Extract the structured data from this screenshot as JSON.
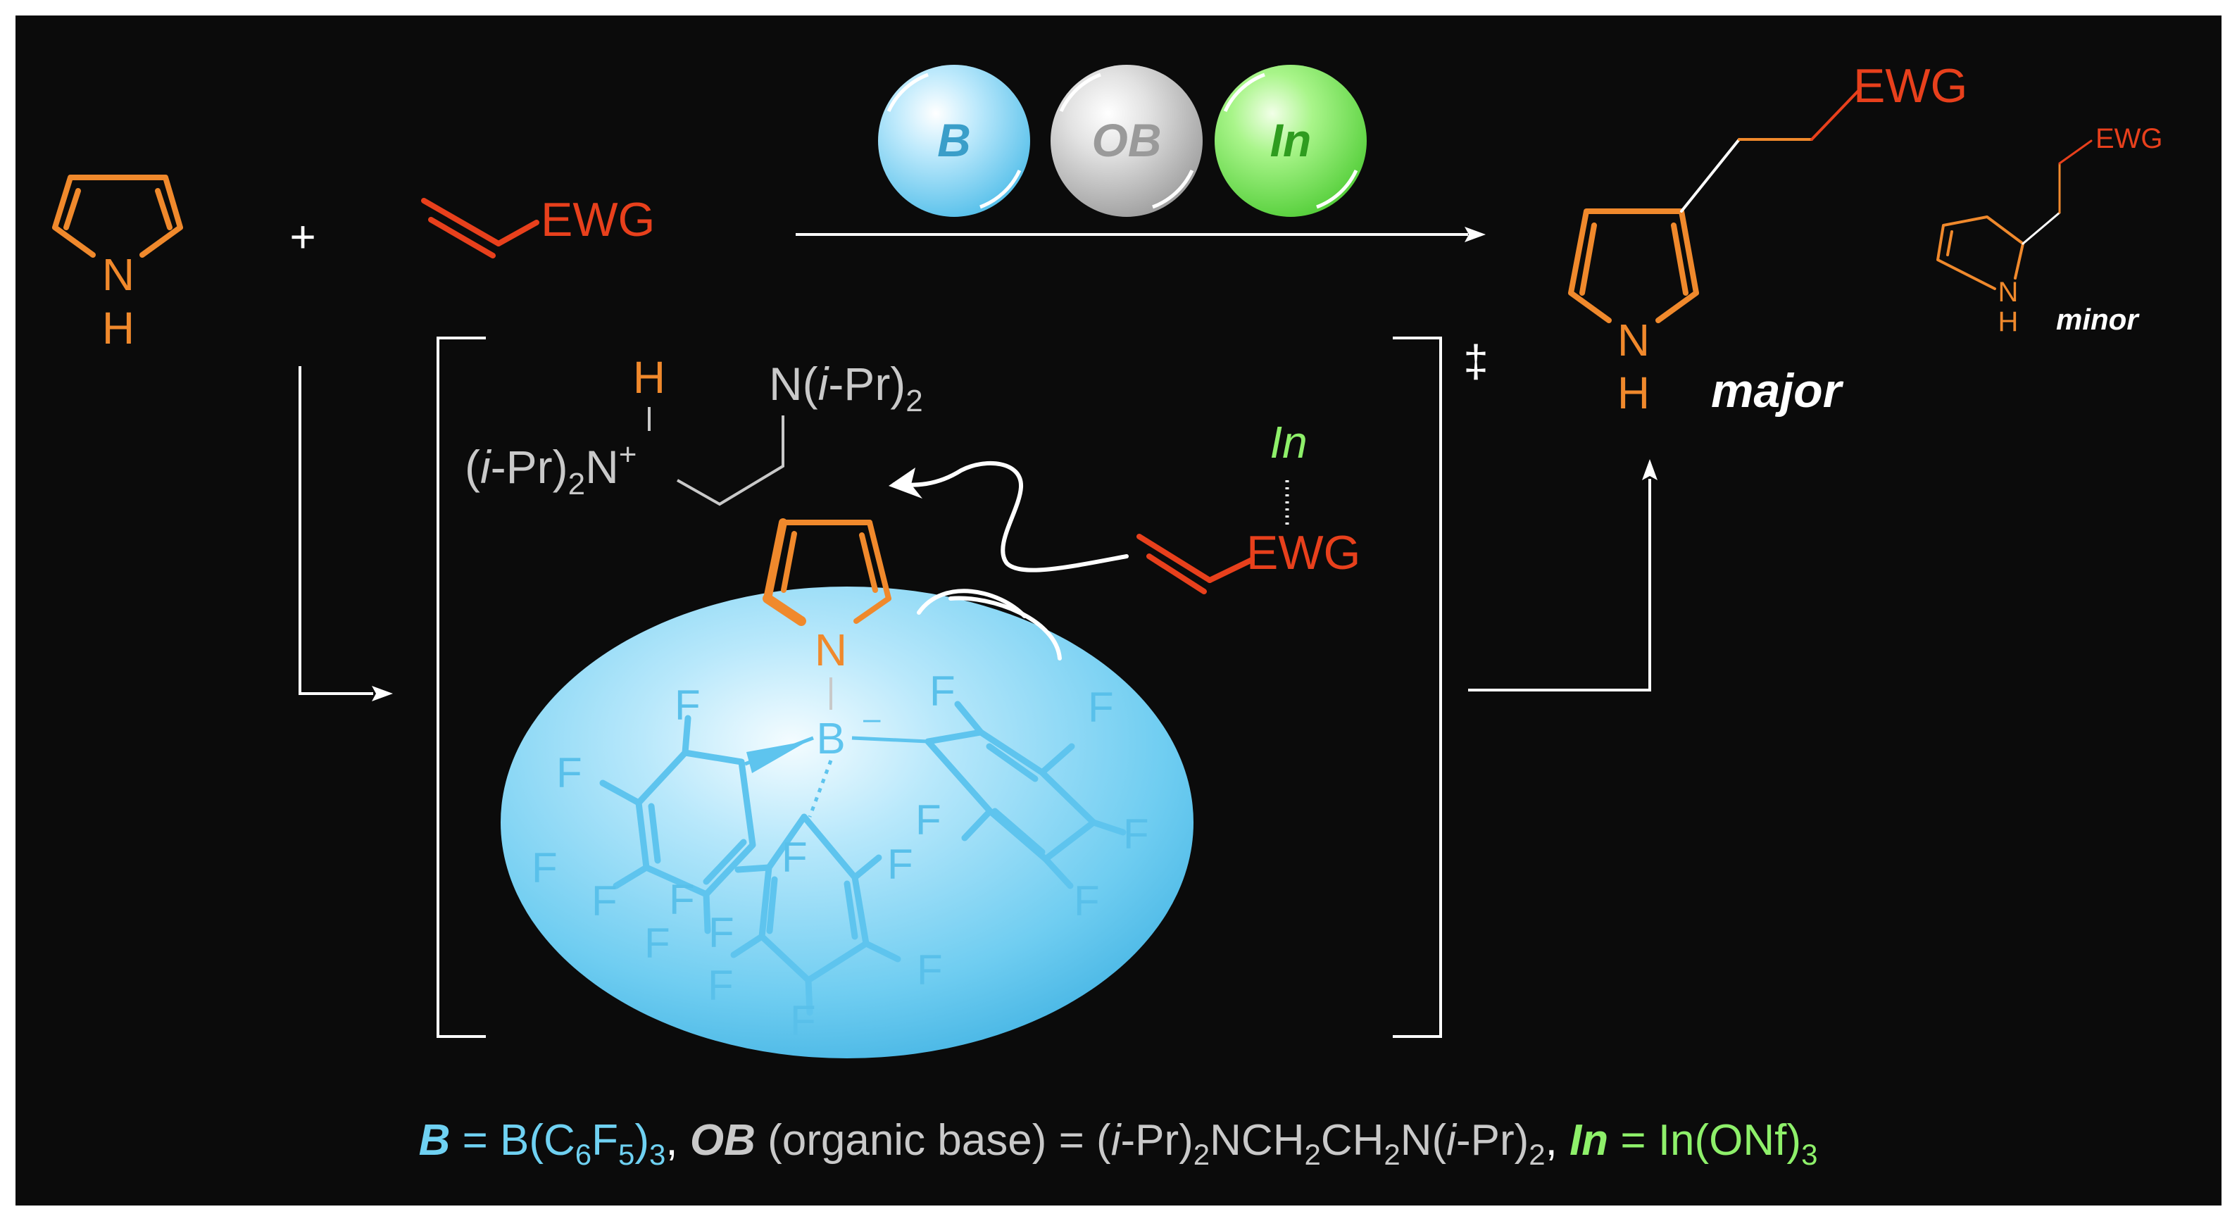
{
  "colors": {
    "background": "#0b0b0b",
    "pyrrole": "#f0892c",
    "ewg": "#e8401c",
    "borane": "#6fd1f2",
    "base": "#c9c9c9",
    "indium": "#8ef06a",
    "line": "#ffffff"
  },
  "catalysts": [
    {
      "key": "B",
      "label": "B",
      "color": "#6fd1f2"
    },
    {
      "key": "OB",
      "label": "OB",
      "color": "#c9c9c9"
    },
    {
      "key": "In",
      "label": "In",
      "color": "#8ef06a"
    }
  ],
  "reactants": {
    "pyrrole_n": "N",
    "pyrrole_h": "H",
    "plus": "+",
    "alkene_ewg": "EWG"
  },
  "products": {
    "major_ewg": "EWG",
    "major_n": "N",
    "major_h": "H",
    "major_label": "major",
    "minor_ewg": "EWG",
    "minor_n": "N",
    "minor_h": "H",
    "minor_label": "minor"
  },
  "transition_state": {
    "double_dagger": "‡",
    "ammonium_h": "H",
    "ammonium_prefix_open": "(",
    "ammonium_prefix_i": "i",
    "ammonium_prefix_rest": "-Pr)",
    "ammonium_sub": "2",
    "ammonium_n": "N",
    "ammonium_charge": "+",
    "amine_n": "N(",
    "amine_i": "i",
    "amine_rest": "-Pr)",
    "amine_sub": "2",
    "pyrrolide_n": "N",
    "boron": "B",
    "boron_charge": "–",
    "fluorine": "F",
    "indium": "In",
    "ewg": "EWG"
  },
  "legend": {
    "b_key": "B",
    "b_eq": " = B(C",
    "b_sub1": "6",
    "b_f": "F",
    "b_sub2": "5",
    "b_close": ")",
    "b_sub3": "3",
    "sep1": ", ",
    "ob_key": "OB",
    "ob_desc": " (organic base) = (",
    "ob_i1": "i",
    "ob_mid1": "-Pr)",
    "ob_sub1": "2",
    "ob_mid2": "NCH",
    "ob_sub2": "2",
    "ob_mid3": "CH",
    "ob_sub3": "2",
    "ob_mid4": "N(",
    "ob_i2": "i",
    "ob_mid5": "-Pr)",
    "ob_sub4": "2",
    "sep2": ", ",
    "in_key": "In",
    "in_eq": " = In(ONf)",
    "in_sub": "3"
  }
}
